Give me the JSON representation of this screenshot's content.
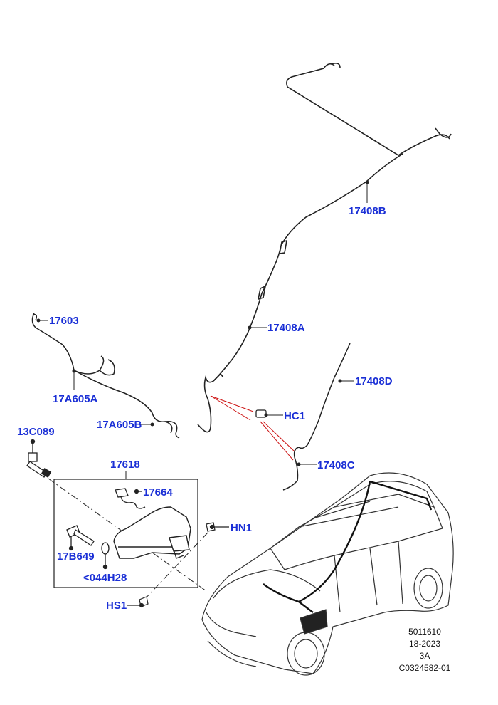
{
  "callouts": {
    "p17408B": "17408B",
    "p17603": "17603",
    "p17408A": "17408A",
    "p17408D": "17408D",
    "p17A605A": "17A605A",
    "pHC1": "HC1",
    "p17A605B": "17A605B",
    "p13C089": "13C089",
    "p17618": "17618",
    "p17408C": "17408C",
    "p17664": "17664",
    "pHN1": "HN1",
    "p17B649": "17B649",
    "p044H28": "<044H28",
    "pHS1": "HS1"
  },
  "reference": {
    "line1": "5011610",
    "line2": "18-2023",
    "line3": "3A",
    "line4": "C0324582-01"
  },
  "colors": {
    "callout": "#1a2fd6",
    "leader": "#cc1111",
    "linework": "#222222"
  }
}
